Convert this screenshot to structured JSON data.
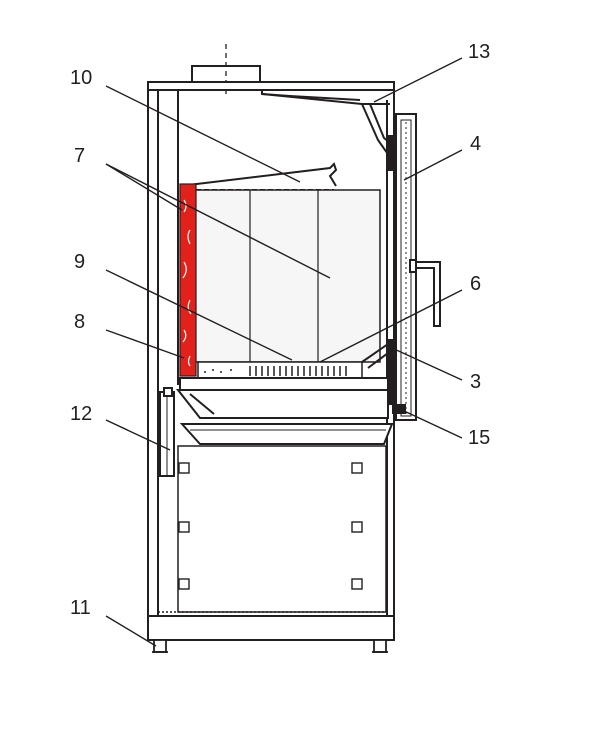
{
  "diagram": {
    "callouts": [
      {
        "id": "10",
        "label": "10"
      },
      {
        "id": "7",
        "label": "7"
      },
      {
        "id": "9",
        "label": "9"
      },
      {
        "id": "8",
        "label": "8"
      },
      {
        "id": "12",
        "label": "12"
      },
      {
        "id": "11",
        "label": "11"
      },
      {
        "id": "13",
        "label": "13"
      },
      {
        "id": "4",
        "label": "4"
      },
      {
        "id": "6",
        "label": "6"
      },
      {
        "id": "3",
        "label": "3"
      },
      {
        "id": "15",
        "label": "15"
      }
    ],
    "colors": {
      "line": "#231f20",
      "highlight_part": "#e3211b",
      "inner_panel": "#f6f6f6",
      "background": "#ffffff"
    }
  }
}
